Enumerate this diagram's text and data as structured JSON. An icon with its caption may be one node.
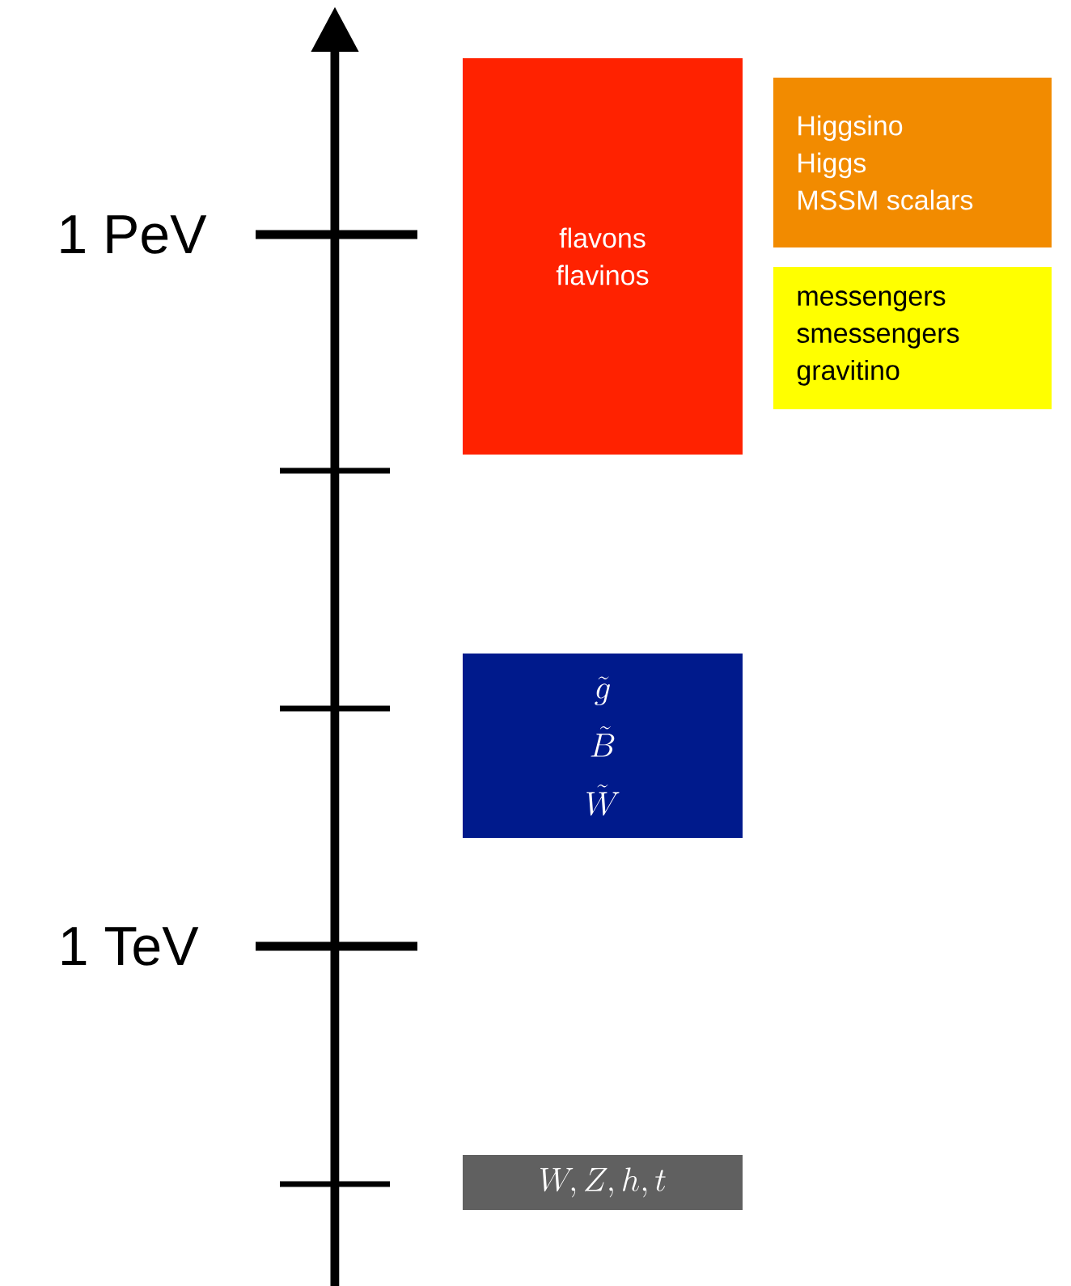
{
  "diagram": {
    "nodes": [
      {
        "text": [
          "flavons",
          "flavinos"
        ]
      },
      {
        "text": [
          "Higgsino",
          "Higgs",
          "MSSM scalars"
        ]
      },
      {
        "text": [
          "messengers",
          "smessengers",
          "gravitino"
        ]
      },
      {
        "text": [
          "\\tilde{g}",
          "\\tilde{B}",
          "\\tilde{W}"
        ]
      },
      {
        "text": [
          "W,Z,h,t"
        ]
      }
    ],
    "labels": [
      "1 PeV",
      "1 TeV"
    ]
  }
}
